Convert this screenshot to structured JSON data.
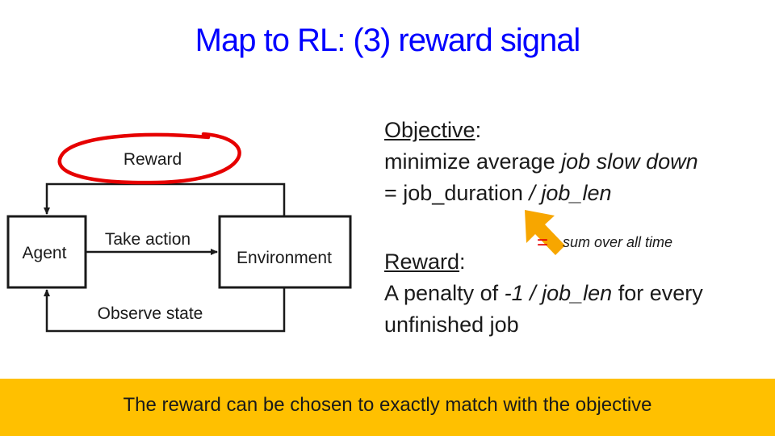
{
  "title": "Map to RL: (3) reward signal",
  "diagram": {
    "agent_label": "Agent",
    "environment_label": "Environment",
    "reward_label": "Reward",
    "action_label": "Take action",
    "observe_label": "Observe state"
  },
  "objective": {
    "heading": "Objective",
    "heading_suffix": ":",
    "line2_prefix": "minimize average ",
    "line2_emph": "job slow down",
    "line3_prefix": "= job_duration ",
    "line3_emph": "/ job_len"
  },
  "annotation": {
    "equals": "=",
    "note": "sum over all time"
  },
  "reward": {
    "heading": "Reward",
    "heading_suffix": ":",
    "line2_prefix": "A penalty of ",
    "line2_emph": "-1 / job_len",
    "line2_suffix": " for every",
    "line3": "unfinished job"
  },
  "footer": {
    "text": "The reward can be chosen to exactly match with the objective"
  },
  "colors": {
    "title": "#0000ff",
    "highlight_red": "#e60000",
    "arrow_orange": "#f7a600",
    "footer_bg": "#ffc000"
  }
}
